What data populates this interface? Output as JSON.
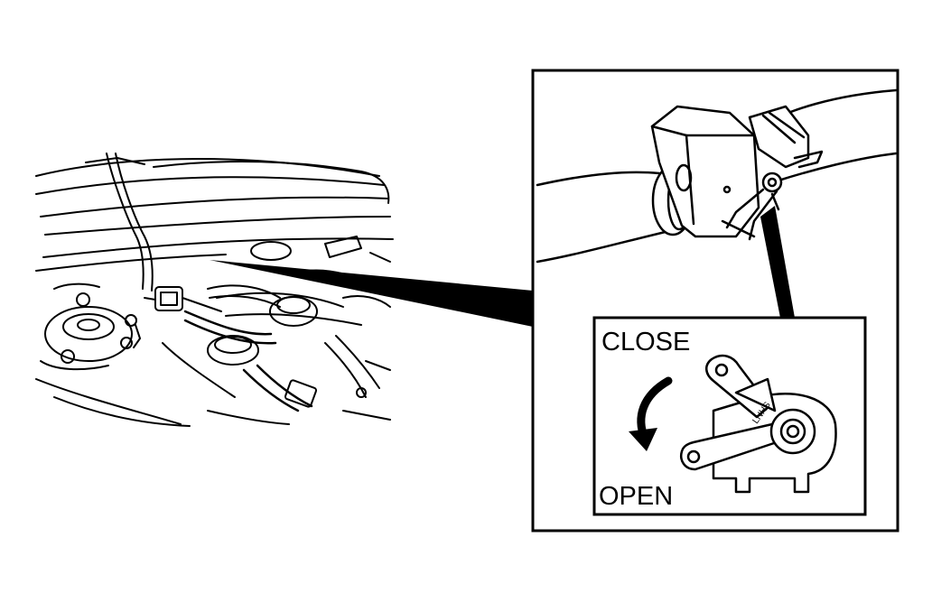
{
  "labels": {
    "close": "CLOSE",
    "open": "OPEN",
    "lever_mark": "LNHS"
  },
  "colors": {
    "ink": "#000000",
    "paper": "#ffffff"
  }
}
